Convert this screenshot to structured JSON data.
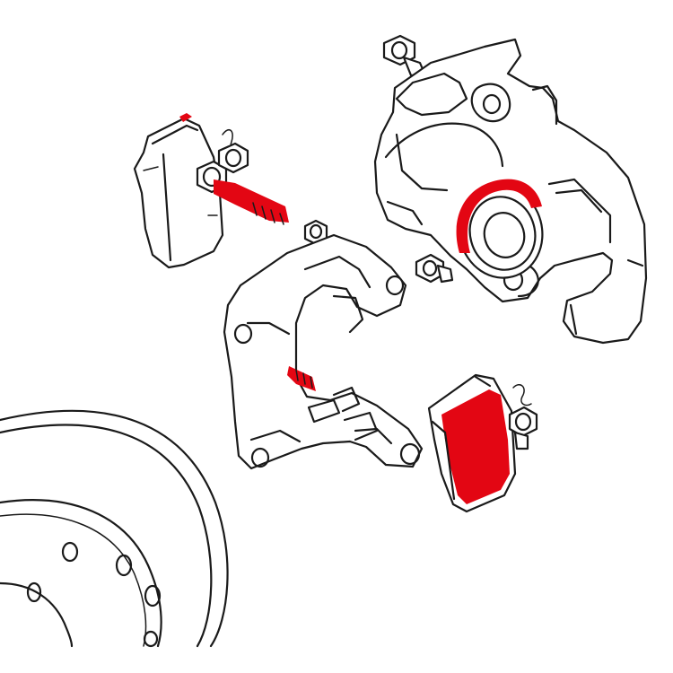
{
  "diagram": {
    "kind": "exploded brake caliper assembly line drawing",
    "highlight_color": "#e30613",
    "line_color": "#1a1a1a",
    "background": "#ffffff",
    "parts": [
      {
        "name": "inner-brake-pad",
        "highlighted": "top-edge"
      },
      {
        "name": "guide-pin-bolt-upper",
        "highlighted": true
      },
      {
        "name": "guide-pin-bolt-lower",
        "highlighted": true
      },
      {
        "name": "caliper-body",
        "highlighted": false
      },
      {
        "name": "piston-seal",
        "highlighted": true
      },
      {
        "name": "caliper-carrier-bracket",
        "highlighted": false
      },
      {
        "name": "outer-brake-pad",
        "highlighted": true
      },
      {
        "name": "brake-disc",
        "highlighted": false
      }
    ]
  }
}
